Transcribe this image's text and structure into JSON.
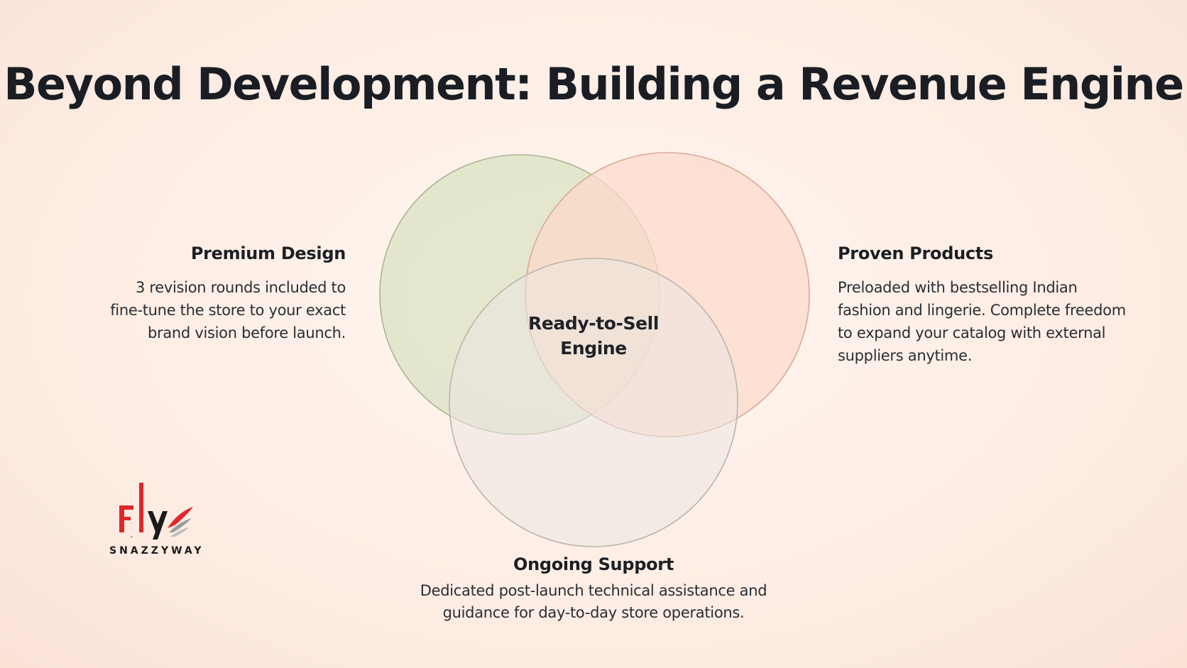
{
  "title": "Beyond Development: Building a Revenue Engine",
  "center_label": {
    "line1": "Ready-to-Sell",
    "line2": "Engine"
  },
  "circles": [
    {
      "name": "Premium Design",
      "fill": "#dfe3c8",
      "stroke": "#a9b592"
    },
    {
      "name": "Proven Products",
      "fill": "#fcd9cb",
      "stroke": "#d9a898"
    },
    {
      "name": "Ongoing Support",
      "fill": "#ebe6e1",
      "stroke": "#b9b4ae"
    }
  ],
  "premium": {
    "heading": "Premium Design",
    "lines": [
      "3 revision rounds included to",
      "fine-tune the store to your exact",
      "brand vision before launch."
    ]
  },
  "proven": {
    "heading": "Proven Products",
    "lines": [
      "Preloaded with bestselling Indian",
      "fashion and lingerie. Complete freedom",
      "to expand your catalog with external",
      "suppliers anytime."
    ]
  },
  "support": {
    "heading": "Ongoing Support",
    "lines": [
      "Dedicated post-launch technical assistance and",
      "guidance for day-to-day store operations."
    ]
  },
  "logo": {
    "mark": "Fly",
    "wordmark": "SNAZZYWAY",
    "colors": {
      "red": "#e0262b",
      "dark": "#1b1b1b",
      "grey": "#9a9a9a"
    }
  }
}
